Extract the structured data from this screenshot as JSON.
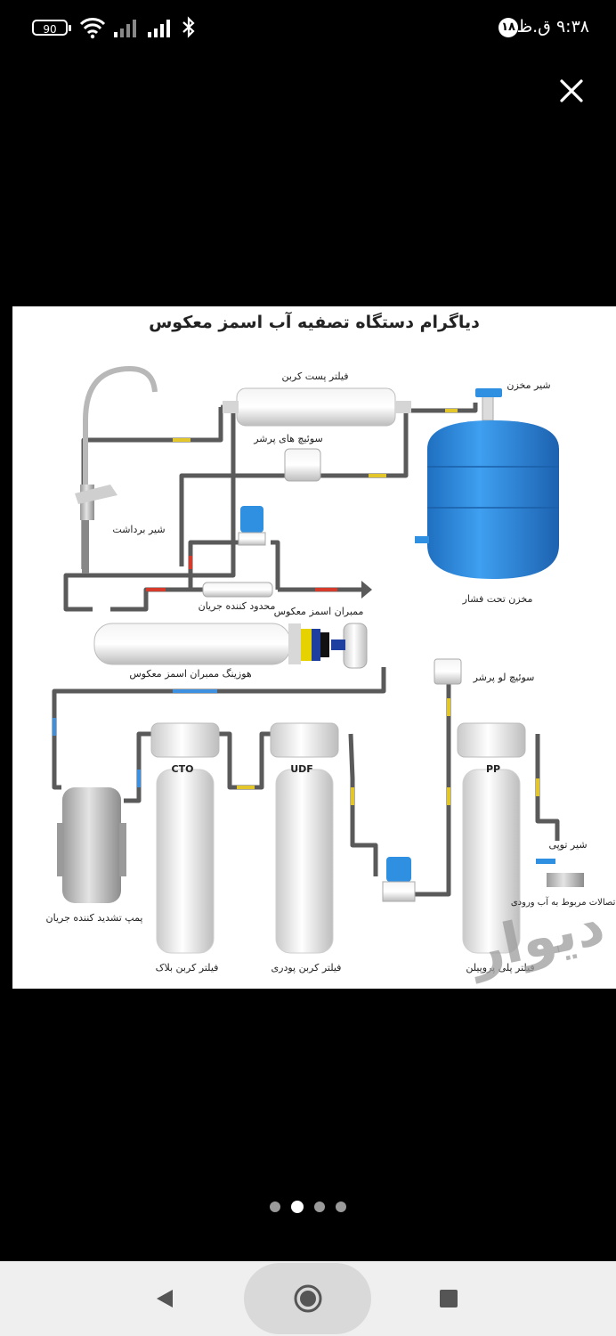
{
  "status_bar": {
    "battery_level": "90",
    "time": "۹:۳۸ ق.ظ",
    "notification_count": "۱۸",
    "icons": [
      "battery-icon",
      "wifi-icon",
      "signal-icon",
      "signal-icon-2",
      "bluetooth-icon"
    ]
  },
  "viewer": {
    "close_icon": "close-icon",
    "diagram": {
      "title": "دیاگرام دستگاه تصفیه آب اسمز معکوس",
      "labels": {
        "post_carbon": "فیلتر پست کربن",
        "tank_valve": "شیر مخزن",
        "high_pressure_switch": "سوئیچ های پرشر",
        "faucet": "شیر برداشت",
        "pressure_tank": "مخزن تحت فشار",
        "flow_restrictor": "محدود کننده جریان",
        "ro_membrane": "ممبران اسمز معکوس",
        "membrane_housing": "هوزینگ ممبران اسمز معکوس",
        "low_pressure_switch": "سوئیچ لو پرشر",
        "cto": "CTO",
        "udf": "UDF",
        "pp": "PP",
        "ball_valve": "شیر توپی",
        "inlet_fittings": "اتصالات مربوط به آب ورودی",
        "booster_pump": "پمپ تشدید کننده جریان",
        "carbon_block": "فیلتر کربن بلاک",
        "powder_carbon": "فیلتر کربن پودری",
        "polypropylene": "فیلتر پلی پروپیلن",
        "watermark": "دیوار"
      }
    }
  },
  "pager": {
    "count": 4,
    "active_index": 1
  },
  "nav": {
    "back": "back-icon",
    "home": "home-icon",
    "recents": "recents-icon"
  },
  "colors": {
    "tank_blue": "#2f8fe0",
    "pipe": "#595959",
    "flow_red": "#d63a2a",
    "flow_yellow": "#e3c72a",
    "flow_blue": "#3d8fe0"
  }
}
